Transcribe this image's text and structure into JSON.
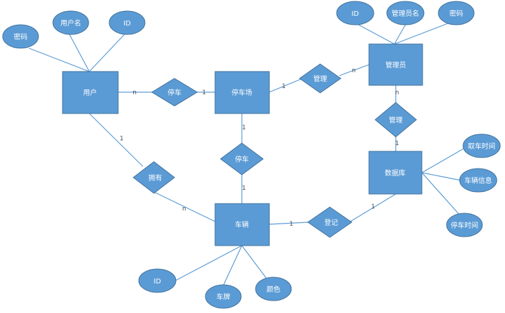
{
  "diagram": {
    "entities": {
      "user": "用户",
      "parking_lot": "停车场",
      "admin": "管理员",
      "database": "数据库",
      "vehicle": "车辆"
    },
    "relationships": {
      "park_user_lot": "停车",
      "manage_lot_admin": "管理",
      "manage_admin_db": "管理",
      "park_vehicle_lot": "停车",
      "own": "拥有",
      "register": "登记"
    },
    "attributes": {
      "user_password": "密码",
      "user_username": "用户名",
      "user_id": "ID",
      "admin_id": "ID",
      "admin_name": "管理员名",
      "admin_password": "密码",
      "db_pickup_time": "取车时间",
      "db_vehicle_info": "车辆信息",
      "db_parking_time": "停车时间",
      "vehicle_id": "ID",
      "vehicle_plate": "车牌",
      "vehicle_color": "颜色"
    },
    "cardinalities": {
      "user_park": "n",
      "park_lot": "1",
      "lot_manage": "1",
      "manage_admin": "n",
      "admin_manage2": "n",
      "manage2_db": "1",
      "user_own": "1",
      "own_vehicle": "n",
      "lot_park2": "1",
      "park2_vehicle": "1",
      "vehicle_register": "1",
      "register_db": "1"
    }
  }
}
